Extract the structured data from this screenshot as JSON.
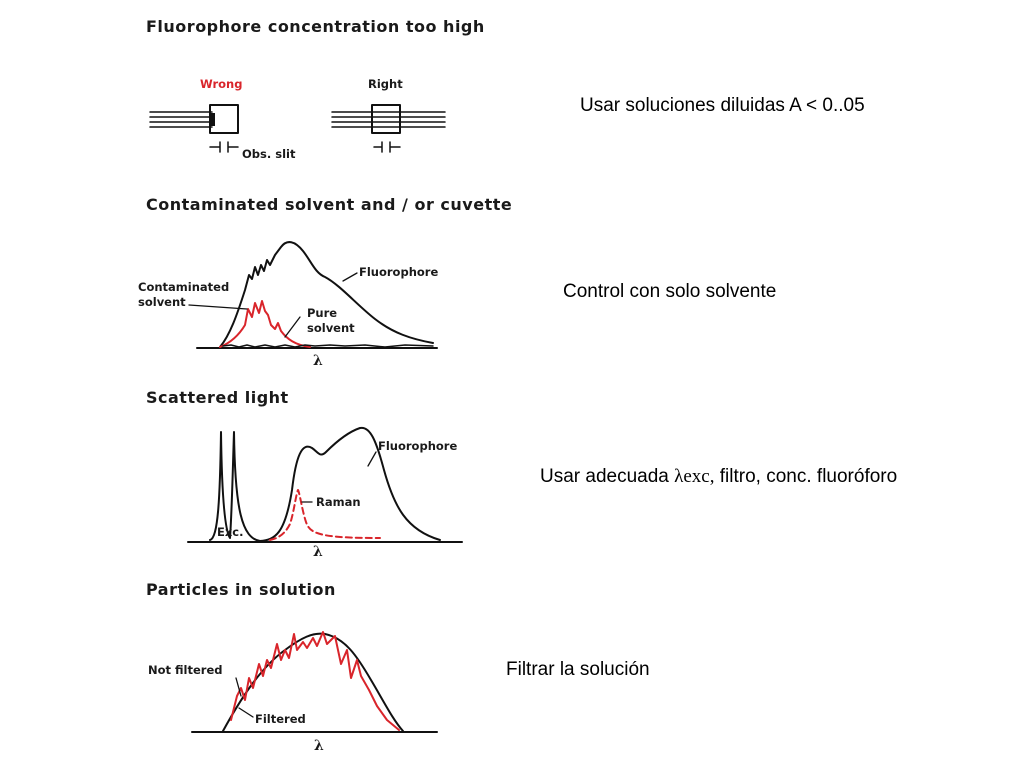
{
  "panels": [
    {
      "heading": "Fluorophore concentration too high",
      "labels": {
        "wrong": "Wrong",
        "right": "Right",
        "obs_slit": "Obs. slit"
      },
      "note": "Usar soluciones diluidas A < 0..05"
    },
    {
      "heading": "Contaminated solvent and / or cuvette",
      "labels": {
        "fluorophore": "Fluorophore",
        "contaminated": "Contaminated",
        "solvent": "solvent",
        "pure": "Pure",
        "pure_solvent": "solvent",
        "lambda": "λ"
      },
      "note": "Control con solo solvente"
    },
    {
      "heading": "Scattered light",
      "labels": {
        "fluorophore": "Fluorophore",
        "raman": "Raman",
        "exc": "Exc.",
        "lambda": "λ"
      },
      "note_prefix": "Usar adecuada ",
      "note_greek": "λexc,",
      "note_suffix": " filtro, conc. fluoróforo"
    },
    {
      "heading": "Particles in solution",
      "labels": {
        "not_filtered": "Not filtered",
        "filtered": "Filtered",
        "lambda": "λ"
      },
      "note": "Filtrar la solución"
    }
  ],
  "colors": {
    "ink": "#111111",
    "accent_red": "#d9252b"
  }
}
